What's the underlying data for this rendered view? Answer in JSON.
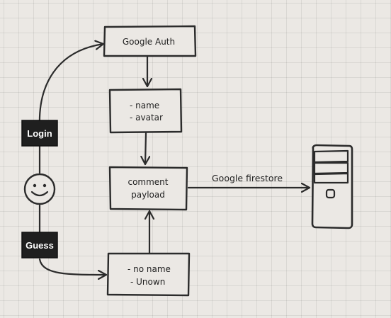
{
  "nodes": {
    "google_auth": {
      "lines": [
        "Google Auth"
      ]
    },
    "user_info": {
      "lines": [
        "- name",
        "- avatar"
      ]
    },
    "comment_payload": {
      "lines": [
        "comment",
        "payload"
      ]
    },
    "anon_info": {
      "lines": [
        "- no name",
        "- Unown"
      ]
    }
  },
  "badges": {
    "login": "Login",
    "guess": "Guess"
  },
  "edges": {
    "to_firestore": "Google firestore"
  },
  "icons": {
    "user": "smiley-face-icon",
    "server": "server-tower-icon"
  },
  "colors": {
    "background": "#ebe8e4",
    "stroke": "#2b2b2b",
    "badge": "#1f1f1f",
    "badge_text": "#ffffff"
  }
}
